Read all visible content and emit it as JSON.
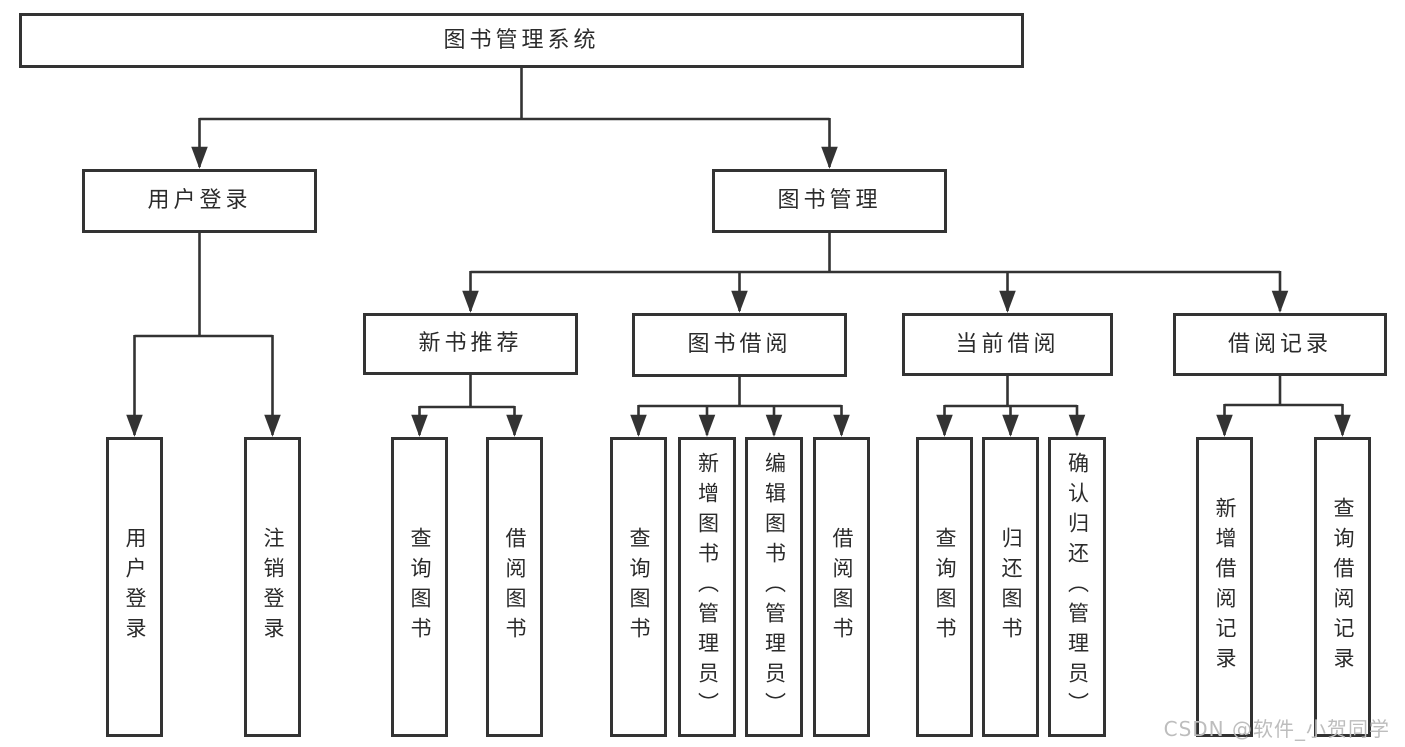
{
  "diagram": {
    "root": {
      "label": "图书管理系统"
    },
    "branches": [
      {
        "label": "用户登录",
        "children": [
          {
            "label": "用户登录"
          },
          {
            "label": "注销登录"
          }
        ]
      },
      {
        "label": "图书管理",
        "children": [
          {
            "label": "新书推荐",
            "children": [
              {
                "label": "查询图书"
              },
              {
                "label": "借阅图书"
              }
            ]
          },
          {
            "label": "图书借阅",
            "children": [
              {
                "label": "查询图书"
              },
              {
                "label": "新增图书（管理员）"
              },
              {
                "label": "编辑图书（管理员）"
              },
              {
                "label": "借阅图书"
              }
            ]
          },
          {
            "label": "当前借阅",
            "children": [
              {
                "label": "查询图书"
              },
              {
                "label": "归还图书"
              },
              {
                "label": "确认归还（管理员）"
              }
            ]
          },
          {
            "label": "借阅记录",
            "children": [
              {
                "label": "新增借阅记录"
              },
              {
                "label": "查询借阅记录"
              }
            ]
          }
        ]
      }
    ]
  },
  "watermark": {
    "text": "CSDN @软件_小贺同学"
  },
  "colors": {
    "line": "#333333",
    "text": "#2b2b2b",
    "background": "#ffffff",
    "watermark": "#bdbdbd"
  }
}
